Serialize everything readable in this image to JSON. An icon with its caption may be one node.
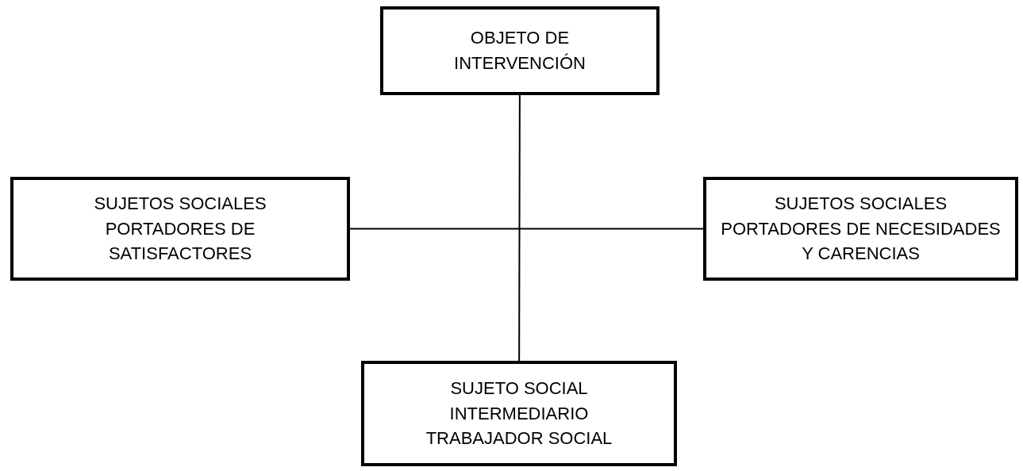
{
  "diagram": {
    "nodes": [
      {
        "text": [
          "OBJETO DE INTERVENCIÓN"
        ]
      },
      {
        "text": [
          "SUJETOS SOCIALES PORTADORES DE SATISFACTORES"
        ]
      },
      {
        "text": [
          "SUJETOS SOCIALES PORTADORES DE NECESIDADES Y CARENCIAS"
        ]
      },
      {
        "text": [
          "SUJETO SOCIAL INTERMEDIARIO TRABAJADOR SOCIAL"
        ]
      }
    ],
    "edges": [
      {
        "from": 0,
        "to": 3,
        "arrow": "none"
      },
      {
        "from": 1,
        "to": 2,
        "arrow": "none"
      }
    ]
  }
}
